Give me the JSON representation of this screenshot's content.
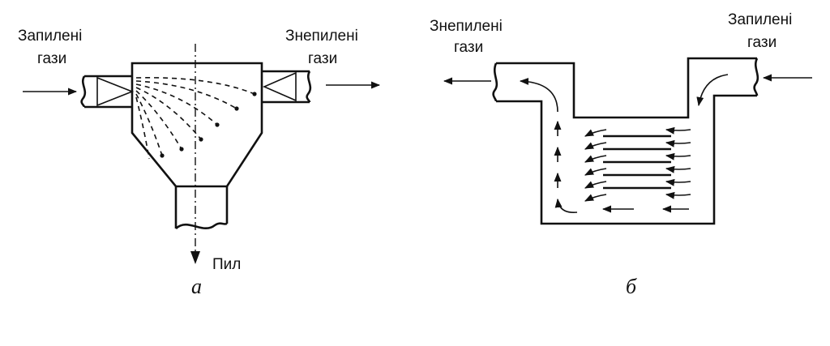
{
  "diagram_a": {
    "inlet_line1": "Запилені",
    "inlet_line2": "гази",
    "outlet_line1": "Знепилені",
    "outlet_line2": "гази",
    "dust_label": "Пил",
    "caption": "а"
  },
  "diagram_b": {
    "outlet_line1": "Знепилені",
    "outlet_line2": "гази",
    "inlet_line1": "Запилені",
    "inlet_line2": "гази",
    "caption": "б"
  },
  "colors": {
    "ink": "#111111",
    "background": "#ffffff"
  }
}
